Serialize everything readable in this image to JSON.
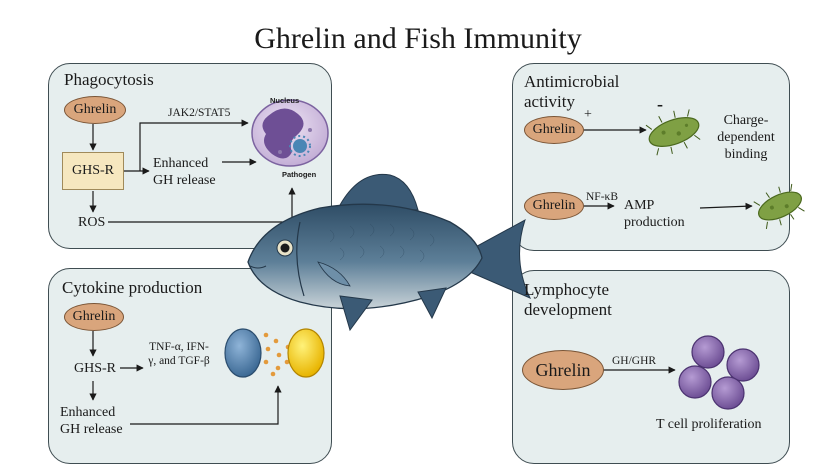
{
  "title": "Ghrelin and Fish Immunity",
  "phagocytosis": {
    "title": "Phagocytosis",
    "ghrelin": "Ghrelin",
    "receptor": "GHS-R",
    "pathway": "JAK2/STAT5",
    "enhanced_gh": "Enhanced GH release",
    "ros": "ROS",
    "nucleus": "Nucleus",
    "pathogen": "Pathogen"
  },
  "antimicrobial": {
    "title": "Antimicrobial activity",
    "ghrelin_1": "Ghrelin",
    "plus": "+",
    "minus": "-",
    "binding": "Charge-dependent binding",
    "ghrelin_2": "Ghrelin",
    "nfkb": "NF-κB",
    "amp": "AMP production"
  },
  "cytokine": {
    "title": "Cytokine production",
    "ghrelin": "Ghrelin",
    "receptor": "GHS-R",
    "cytokines": "TNF-α, IFN-γ, and TGF-β",
    "enhanced_gh": "Enhanced GH release"
  },
  "lymphocyte": {
    "title": "Lymphocyte development",
    "ghrelin": "Ghrelin",
    "pathway": "GH/GHR",
    "proliferation": "T cell proliferation"
  },
  "colors": {
    "panel_bg": "#e6eeee",
    "ghrelin_fill": "#d9a57c",
    "receptor_fill": "#f6e7bf",
    "bacteria": "#7fa044",
    "t_cell": "#8f72b4",
    "fish_body": "#4b6b86"
  }
}
